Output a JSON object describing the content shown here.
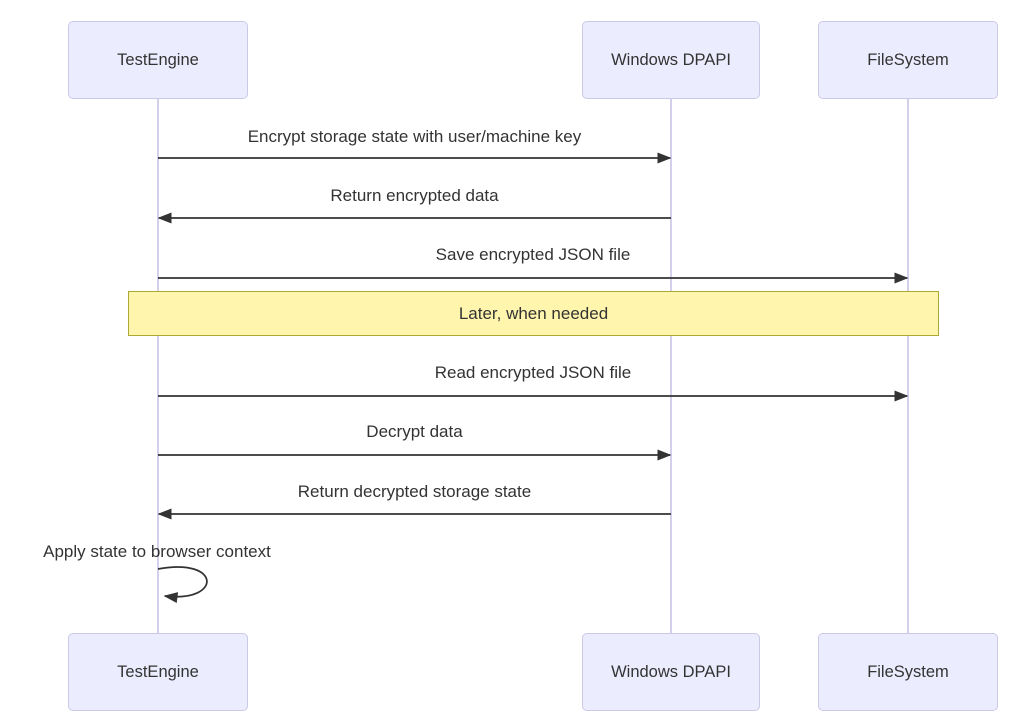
{
  "diagram": {
    "type": "sequence-diagram",
    "actors": [
      {
        "id": "testengine",
        "label": "TestEngine"
      },
      {
        "id": "windows-dpapi",
        "label": "Windows DPAPI"
      },
      {
        "id": "filesystem",
        "label": "FileSystem"
      }
    ],
    "messages": [
      {
        "from": "TestEngine",
        "to": "Windows DPAPI",
        "direction": "right",
        "text": "Encrypt storage state with user/machine key"
      },
      {
        "from": "Windows DPAPI",
        "to": "TestEngine",
        "direction": "left",
        "text": "Return encrypted data"
      },
      {
        "from": "TestEngine",
        "to": "FileSystem",
        "direction": "right",
        "text": "Save encrypted JSON file"
      },
      {
        "from": "TestEngine",
        "to": "FileSystem",
        "direction": "right",
        "text": "Read encrypted JSON file"
      },
      {
        "from": "TestEngine",
        "to": "Windows DPAPI",
        "direction": "right",
        "text": "Decrypt data"
      },
      {
        "from": "Windows DPAPI",
        "to": "TestEngine",
        "direction": "left",
        "text": "Return decrypted storage state"
      },
      {
        "from": "TestEngine",
        "to": "TestEngine",
        "direction": "self",
        "text": "Apply state to browser context"
      }
    ],
    "note": {
      "over": "TestEngine,FileSystem",
      "text": "Later, when needed"
    },
    "colors": {
      "actor_fill": "#ECECFF",
      "actor_border": "#CCC9E6",
      "note_fill": "#FFF5AD",
      "note_border": "#AAAA33",
      "arrow": "#333333",
      "lifeline": "#D5CFEC",
      "text": "#333333",
      "background": "#FFFFFF"
    }
  }
}
